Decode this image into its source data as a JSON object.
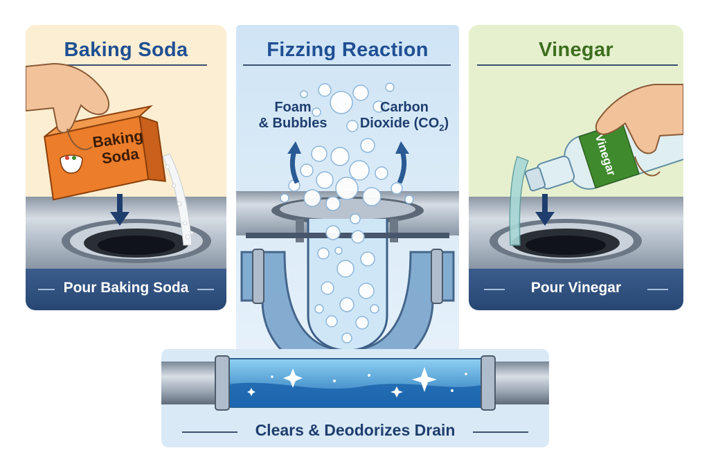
{
  "panels": {
    "baking_soda": {
      "title": "Baking Soda",
      "box_text_line1": "Baking",
      "box_text_line2": "Soda",
      "caption": "Pour Baking Soda"
    },
    "reaction": {
      "title": "Fizzing Reaction",
      "label_left": "Foam\n& Bubbles",
      "label_right_line1": "Carbon",
      "label_right_line2": "Dioxide (CO",
      "label_right_sub": "2",
      "label_right_close": ")"
    },
    "vinegar": {
      "title": "Vinegar",
      "bottle_label": "Vinegar",
      "caption": "Pour Vinegar"
    },
    "result": {
      "caption": "Clears & Deodorizes Drain"
    }
  },
  "colors": {
    "panel1_bg": "#fbeed2",
    "panel2_bg": "#d7e9f7",
    "panel3_bg": "#e6f0cf",
    "panel4_bg": "#d9e9f6",
    "title_blue": "#1f4f93",
    "title_green": "#3d6e1e",
    "caption_band": "#2f5382",
    "box_orange": "#ec7d2a",
    "bottle_label_green": "#3f8a2d"
  },
  "icons": [
    "hand-icon",
    "box-icon",
    "bottle-icon",
    "down-arrow-icon",
    "up-arrow-icon",
    "bubbles-icon",
    "pipe-icon",
    "sparkle-icon"
  ]
}
